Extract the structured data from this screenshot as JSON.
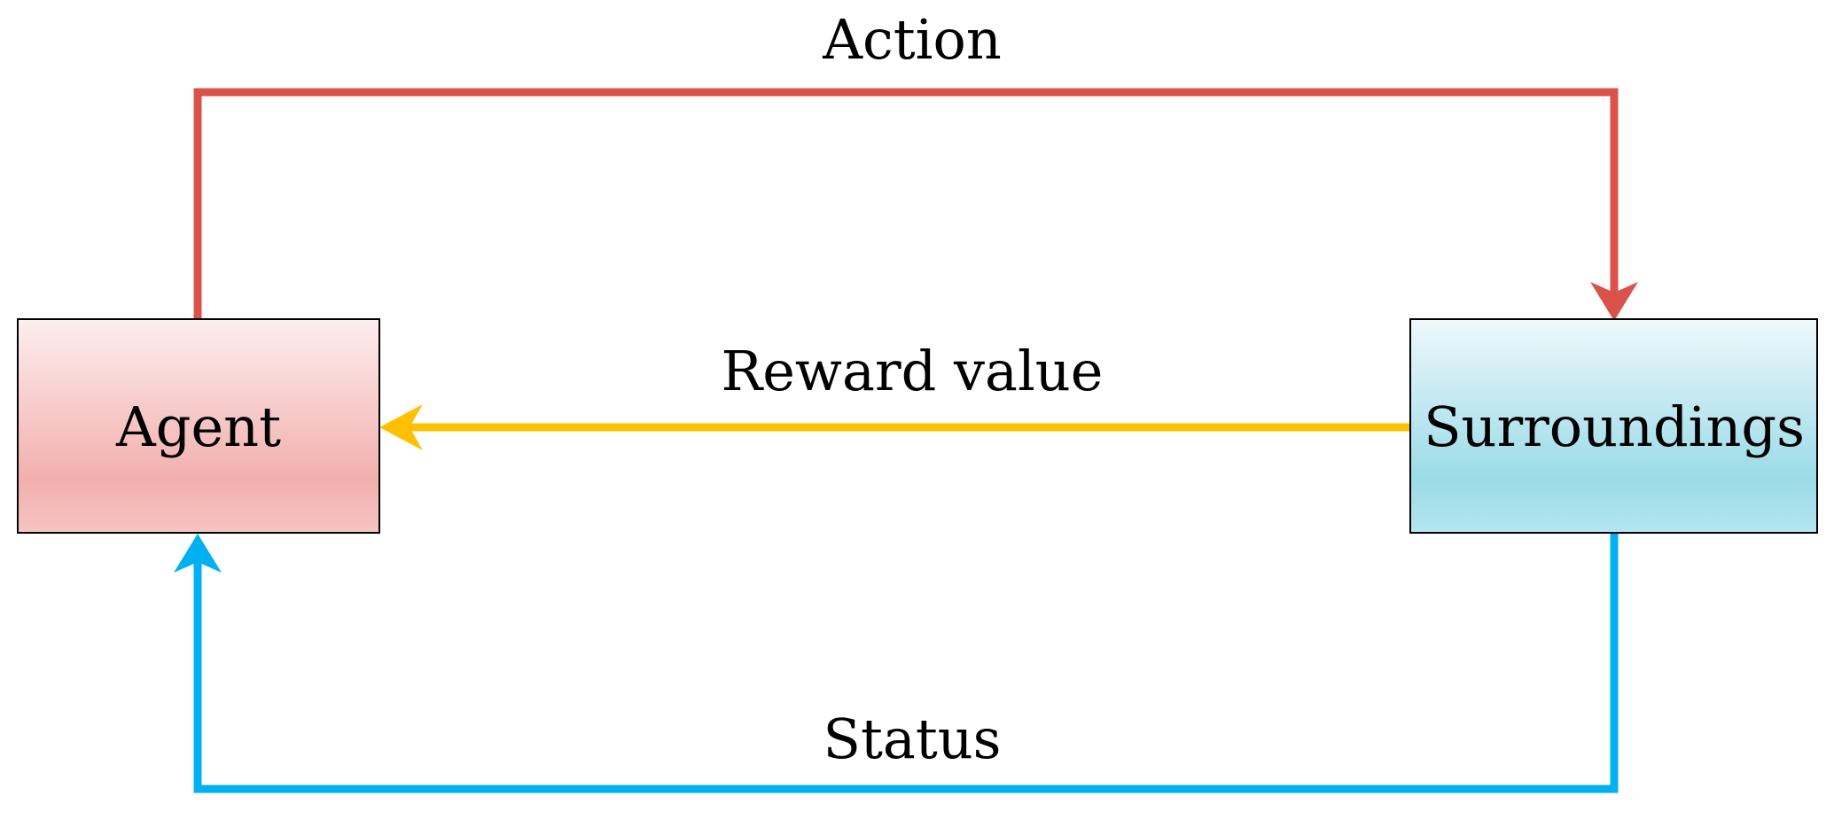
{
  "diagram": {
    "nodes": {
      "agent": {
        "label": "Agent"
      },
      "surroundings": {
        "label": "Surroundings"
      }
    },
    "edges": {
      "action": {
        "label": "Action",
        "from": "agent",
        "to": "surroundings",
        "color": "#d9534a"
      },
      "reward": {
        "label": "Reward value",
        "from": "surroundings",
        "to": "agent",
        "color": "#ffc000"
      },
      "status": {
        "label": "Status",
        "from": "surroundings",
        "to": "agent",
        "color": "#00b0f0"
      }
    },
    "colors": {
      "agent_fill_top": "#fdeeee",
      "agent_fill_bottom": "#f2b0ae",
      "surroundings_fill_top": "#eef8fb",
      "surroundings_fill_bottom": "#9bdbe8",
      "border": "#000000"
    }
  }
}
